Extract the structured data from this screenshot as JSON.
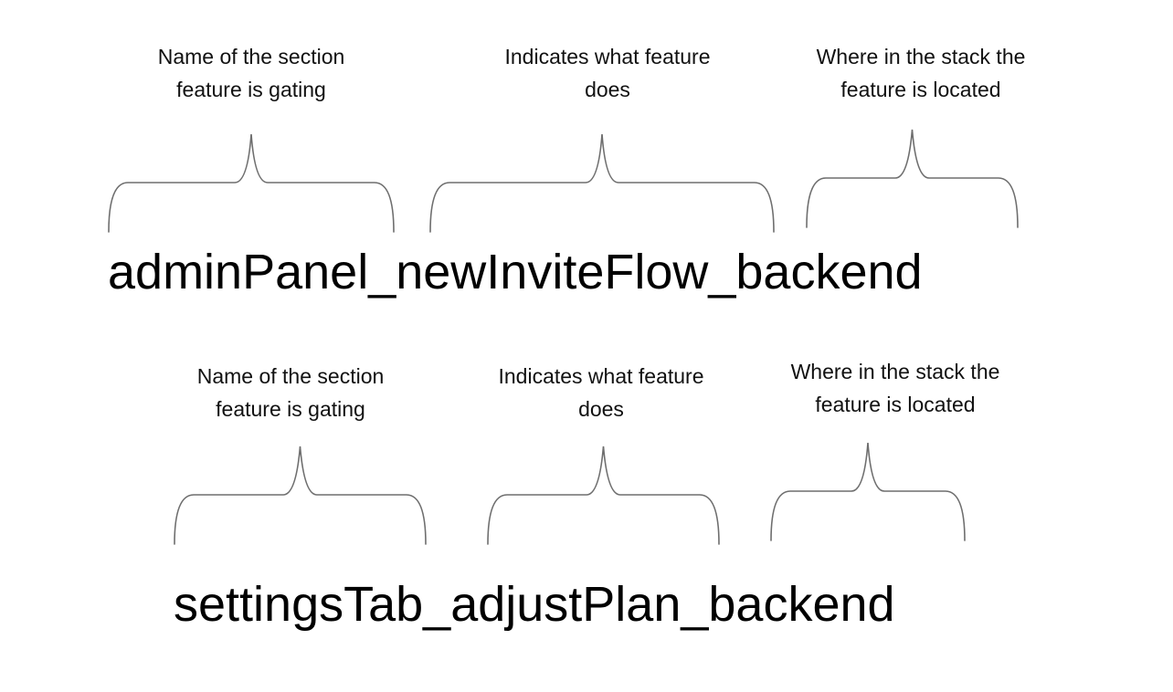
{
  "examples": [
    {
      "flag_name": "adminPanel_newInviteFlow_backend",
      "annotations": [
        {
          "label": "Name of the section\nfeature is gating"
        },
        {
          "label": "Indicates what feature\ndoes"
        },
        {
          "label": "Where in the stack the\nfeature is located"
        }
      ]
    },
    {
      "flag_name": "settingsTab_adjustPlan_backend",
      "annotations": [
        {
          "label": "Name of the section\nfeature is gating"
        },
        {
          "label": "Indicates what feature\ndoes"
        },
        {
          "label": "Where in the stack the\nfeature is located"
        }
      ]
    }
  ],
  "colors": {
    "brace_stroke": "#6e6e6e",
    "text": "#000000"
  }
}
